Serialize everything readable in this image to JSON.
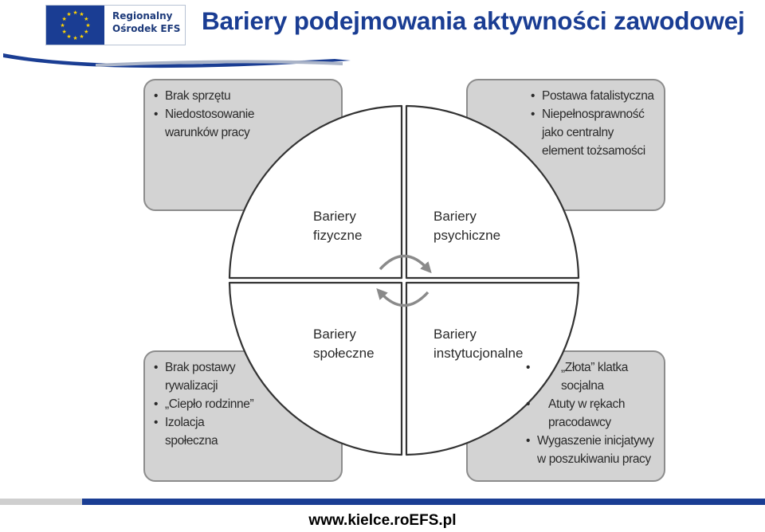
{
  "header": {
    "title": "Bariery podejmowania aktywności zawodowej",
    "logo_line1": "Regionalny",
    "logo_line2": "Ośrodek EFS"
  },
  "diagram": {
    "quadrants": [
      {
        "label_line1": "Bariery",
        "label_line2": "fizyczne"
      },
      {
        "label_line1": "Bariery",
        "label_line2": "psychiczne"
      },
      {
        "label_line1": "Bariery",
        "label_line2": "społeczne"
      },
      {
        "label_line1": "Bariery",
        "label_line2": "instytucjonalne"
      }
    ],
    "boxes": {
      "top_left": [
        "Brak sprzętu",
        "Niedostosowanie",
        "warunków pracy"
      ],
      "top_right": [
        "Postawa fatalistyczna",
        "Niepełnosprawność",
        "jako centralny",
        "element tożsamości"
      ],
      "bottom_left": [
        "Brak postawy",
        "rywalizacji",
        "„Ciepło rodzinne”",
        "Izolacja społeczna"
      ],
      "bottom_right": [
        "„Złota” klatka",
        "socjalna",
        "Atuty w rękach",
        "pracodawcy",
        "Wygaszenie inicjatywy",
        "w poszukiwaniu pracy"
      ]
    }
  },
  "footer": {
    "url": "www.kielce.roEFS.pl"
  },
  "colors": {
    "brand_blue": "#1a3d93",
    "box_fill": "#d3d3d3",
    "box_border": "#8c8c8c",
    "arrow": "#8a8a8a"
  }
}
